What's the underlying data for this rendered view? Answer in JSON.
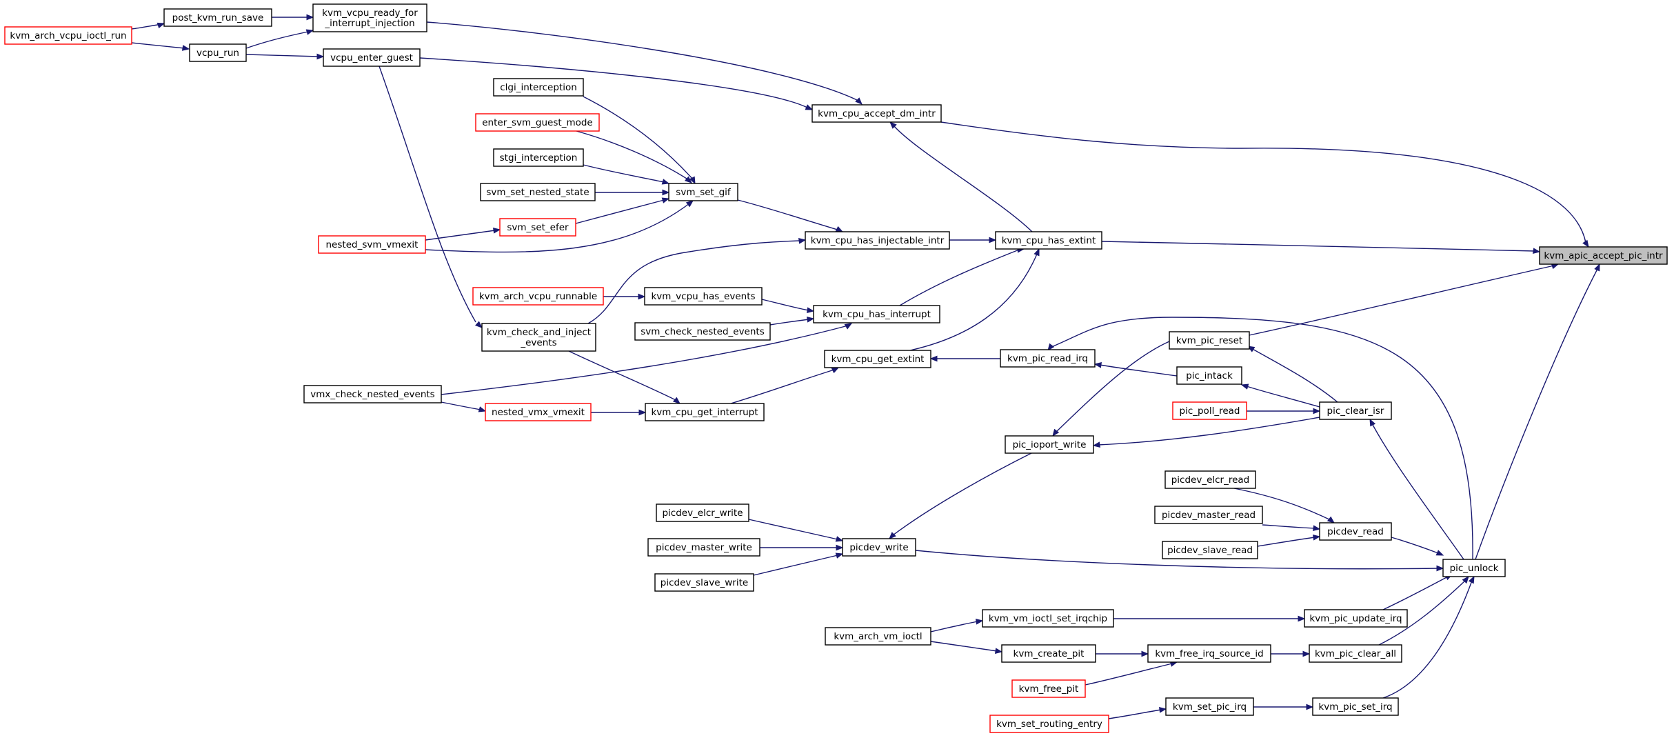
{
  "colors": {
    "edge": "#191970",
    "node_border": "#000000",
    "truncated_border": "#ff0000",
    "focus_fill": "#bfbfbf",
    "background": "#ffffff"
  },
  "nodes": {
    "kvm_arch_vcpu_ioctl_run": {
      "label": "kvm_arch_vcpu_ioctl_run",
      "style": "red"
    },
    "post_kvm_run_save": {
      "label": "post_kvm_run_save",
      "style": "normal"
    },
    "vcpu_run": {
      "label": "vcpu_run",
      "style": "normal"
    },
    "kvm_vcpu_ready_for_interrupt_injection": {
      "label": [
        "kvm_vcpu_ready_for",
        "_interrupt_injection"
      ],
      "style": "normal"
    },
    "vcpu_enter_guest": {
      "label": "vcpu_enter_guest",
      "style": "normal"
    },
    "clgi_interception": {
      "label": "clgi_interception",
      "style": "normal"
    },
    "enter_svm_guest_mode": {
      "label": "enter_svm_guest_mode",
      "style": "red"
    },
    "stgi_interception": {
      "label": "stgi_interception",
      "style": "normal"
    },
    "svm_set_nested_state": {
      "label": "svm_set_nested_state",
      "style": "normal"
    },
    "svm_set_efer": {
      "label": "svm_set_efer",
      "style": "red"
    },
    "nested_svm_vmexit": {
      "label": "nested_svm_vmexit",
      "style": "red"
    },
    "svm_set_gif": {
      "label": "svm_set_gif",
      "style": "normal"
    },
    "kvm_cpu_accept_dm_intr": {
      "label": "kvm_cpu_accept_dm_intr",
      "style": "normal"
    },
    "kvm_cpu_has_injectable_intr": {
      "label": "kvm_cpu_has_injectable_intr",
      "style": "normal"
    },
    "kvm_cpu_has_extint": {
      "label": "kvm_cpu_has_extint",
      "style": "normal"
    },
    "kvm_apic_accept_pic_intr": {
      "label": "kvm_apic_accept_pic_intr",
      "style": "focus"
    },
    "kvm_arch_vcpu_runnable": {
      "label": "kvm_arch_vcpu_runnable",
      "style": "red"
    },
    "kvm_vcpu_has_events": {
      "label": "kvm_vcpu_has_events",
      "style": "normal"
    },
    "svm_check_nested_events": {
      "label": "svm_check_nested_events",
      "style": "normal"
    },
    "kvm_cpu_has_interrupt": {
      "label": "kvm_cpu_has_interrupt",
      "style": "normal"
    },
    "kvm_check_and_inject_events": {
      "label": [
        "kvm_check_and_inject",
        "_events"
      ],
      "style": "normal"
    },
    "vmx_check_nested_events": {
      "label": "vmx_check_nested_events",
      "style": "normal"
    },
    "nested_vmx_vmexit": {
      "label": "nested_vmx_vmexit",
      "style": "red"
    },
    "kvm_cpu_get_interrupt": {
      "label": "kvm_cpu_get_interrupt",
      "style": "normal"
    },
    "kvm_cpu_get_extint": {
      "label": "kvm_cpu_get_extint",
      "style": "normal"
    },
    "kvm_pic_read_irq": {
      "label": "kvm_pic_read_irq",
      "style": "normal"
    },
    "kvm_pic_reset": {
      "label": "kvm_pic_reset",
      "style": "normal"
    },
    "pic_intack": {
      "label": "pic_intack",
      "style": "normal"
    },
    "pic_poll_read": {
      "label": "pic_poll_read",
      "style": "red"
    },
    "pic_clear_isr": {
      "label": "pic_clear_isr",
      "style": "normal"
    },
    "pic_ioport_write": {
      "label": "pic_ioport_write",
      "style": "normal"
    },
    "picdev_elcr_read": {
      "label": "picdev_elcr_read",
      "style": "normal"
    },
    "picdev_master_read": {
      "label": "picdev_master_read",
      "style": "normal"
    },
    "picdev_slave_read": {
      "label": "picdev_slave_read",
      "style": "normal"
    },
    "picdev_read": {
      "label": "picdev_read",
      "style": "normal"
    },
    "picdev_elcr_write": {
      "label": "picdev_elcr_write",
      "style": "normal"
    },
    "picdev_master_write": {
      "label": "picdev_master_write",
      "style": "normal"
    },
    "picdev_slave_write": {
      "label": "picdev_slave_write",
      "style": "normal"
    },
    "picdev_write": {
      "label": "picdev_write",
      "style": "normal"
    },
    "pic_unlock": {
      "label": "pic_unlock",
      "style": "normal"
    },
    "kvm_arch_vm_ioctl": {
      "label": "kvm_arch_vm_ioctl",
      "style": "normal"
    },
    "kvm_vm_ioctl_set_irqchip": {
      "label": "kvm_vm_ioctl_set_irqchip",
      "style": "normal"
    },
    "kvm_pic_update_irq": {
      "label": "kvm_pic_update_irq",
      "style": "normal"
    },
    "kvm_create_pit": {
      "label": "kvm_create_pit",
      "style": "normal"
    },
    "kvm_free_irq_source_id": {
      "label": "kvm_free_irq_source_id",
      "style": "normal"
    },
    "kvm_pic_clear_all": {
      "label": "kvm_pic_clear_all",
      "style": "normal"
    },
    "kvm_free_pit": {
      "label": "kvm_free_pit",
      "style": "red"
    },
    "kvm_set_pic_irq": {
      "label": "kvm_set_pic_irq",
      "style": "normal"
    },
    "kvm_pic_set_irq": {
      "label": "kvm_pic_set_irq",
      "style": "normal"
    },
    "kvm_set_routing_entry": {
      "label": "kvm_set_routing_entry",
      "style": "red"
    }
  },
  "edges": [
    [
      "kvm_arch_vcpu_ioctl_run",
      "post_kvm_run_save"
    ],
    [
      "kvm_arch_vcpu_ioctl_run",
      "vcpu_run"
    ],
    [
      "post_kvm_run_save",
      "kvm_vcpu_ready_for_interrupt_injection"
    ],
    [
      "vcpu_run",
      "kvm_vcpu_ready_for_interrupt_injection"
    ],
    [
      "vcpu_run",
      "vcpu_enter_guest"
    ],
    [
      "kvm_vcpu_ready_for_interrupt_injection",
      "kvm_cpu_accept_dm_intr"
    ],
    [
      "vcpu_enter_guest",
      "kvm_cpu_accept_dm_intr"
    ],
    [
      "vcpu_enter_guest",
      "kvm_check_and_inject_events"
    ],
    [
      "clgi_interception",
      "svm_set_gif"
    ],
    [
      "enter_svm_guest_mode",
      "svm_set_gif"
    ],
    [
      "stgi_interception",
      "svm_set_gif"
    ],
    [
      "svm_set_nested_state",
      "svm_set_gif"
    ],
    [
      "svm_set_efer",
      "svm_set_gif"
    ],
    [
      "nested_svm_vmexit",
      "svm_set_efer"
    ],
    [
      "nested_svm_vmexit",
      "svm_set_gif"
    ],
    [
      "svm_set_gif",
      "kvm_cpu_has_injectable_intr"
    ],
    [
      "kvm_cpu_accept_dm_intr",
      "kvm_apic_accept_pic_intr"
    ],
    [
      "kvm_cpu_has_extint",
      "kvm_cpu_accept_dm_intr"
    ],
    [
      "kvm_cpu_has_injectable_intr",
      "kvm_cpu_has_extint"
    ],
    [
      "kvm_cpu_has_extint",
      "kvm_apic_accept_pic_intr"
    ],
    [
      "kvm_check_and_inject_events",
      "kvm_cpu_has_injectable_intr"
    ],
    [
      "kvm_arch_vcpu_runnable",
      "kvm_vcpu_has_events"
    ],
    [
      "kvm_vcpu_has_events",
      "kvm_cpu_has_interrupt"
    ],
    [
      "svm_check_nested_events",
      "kvm_cpu_has_interrupt"
    ],
    [
      "vmx_check_nested_events",
      "kvm_cpu_has_interrupt"
    ],
    [
      "kvm_cpu_has_interrupt",
      "kvm_cpu_has_extint"
    ],
    [
      "vmx_check_nested_events",
      "nested_vmx_vmexit"
    ],
    [
      "nested_vmx_vmexit",
      "kvm_cpu_get_interrupt"
    ],
    [
      "kvm_check_and_inject_events",
      "kvm_cpu_get_interrupt"
    ],
    [
      "kvm_cpu_get_interrupt",
      "kvm_cpu_get_extint"
    ],
    [
      "kvm_cpu_get_extint",
      "kvm_cpu_has_extint"
    ],
    [
      "kvm_pic_read_irq",
      "kvm_cpu_get_extint"
    ],
    [
      "kvm_pic_reset",
      "kvm_apic_accept_pic_intr"
    ],
    [
      "pic_intack",
      "kvm_pic_read_irq"
    ],
    [
      "kvm_pic_reset",
      "pic_ioport_write"
    ],
    [
      "pic_clear_isr",
      "kvm_pic_reset"
    ],
    [
      "pic_clear_isr",
      "pic_intack"
    ],
    [
      "pic_poll_read",
      "pic_clear_isr"
    ],
    [
      "pic_clear_isr",
      "pic_ioport_write"
    ],
    [
      "pic_ioport_write",
      "picdev_write"
    ],
    [
      "pic_unlock",
      "pic_clear_isr"
    ],
    [
      "pic_unlock",
      "kvm_apic_accept_pic_intr"
    ],
    [
      "pic_unlock",
      "kvm_pic_reset"
    ],
    [
      "picdev_elcr_read",
      "picdev_read"
    ],
    [
      "picdev_master_read",
      "picdev_read"
    ],
    [
      "picdev_slave_read",
      "picdev_read"
    ],
    [
      "picdev_read",
      "pic_unlock"
    ],
    [
      "picdev_elcr_write",
      "picdev_write"
    ],
    [
      "picdev_master_write",
      "picdev_write"
    ],
    [
      "picdev_slave_write",
      "picdev_write"
    ],
    [
      "picdev_write",
      "pic_unlock"
    ],
    [
      "kvm_pic_update_irq",
      "pic_unlock"
    ],
    [
      "kvm_pic_clear_all",
      "pic_unlock"
    ],
    [
      "kvm_pic_set_irq",
      "pic_unlock"
    ],
    [
      "kvm_arch_vm_ioctl",
      "kvm_vm_ioctl_set_irqchip"
    ],
    [
      "kvm_vm_ioctl_set_irqchip",
      "kvm_pic_update_irq"
    ],
    [
      "kvm_arch_vm_ioctl",
      "kvm_create_pit"
    ],
    [
      "kvm_create_pit",
      "kvm_free_irq_source_id"
    ],
    [
      "kvm_free_pit",
      "kvm_free_irq_source_id"
    ],
    [
      "kvm_free_irq_source_id",
      "kvm_pic_clear_all"
    ],
    [
      "kvm_set_routing_entry",
      "kvm_set_pic_irq"
    ],
    [
      "kvm_set_pic_irq",
      "kvm_pic_set_irq"
    ]
  ]
}
